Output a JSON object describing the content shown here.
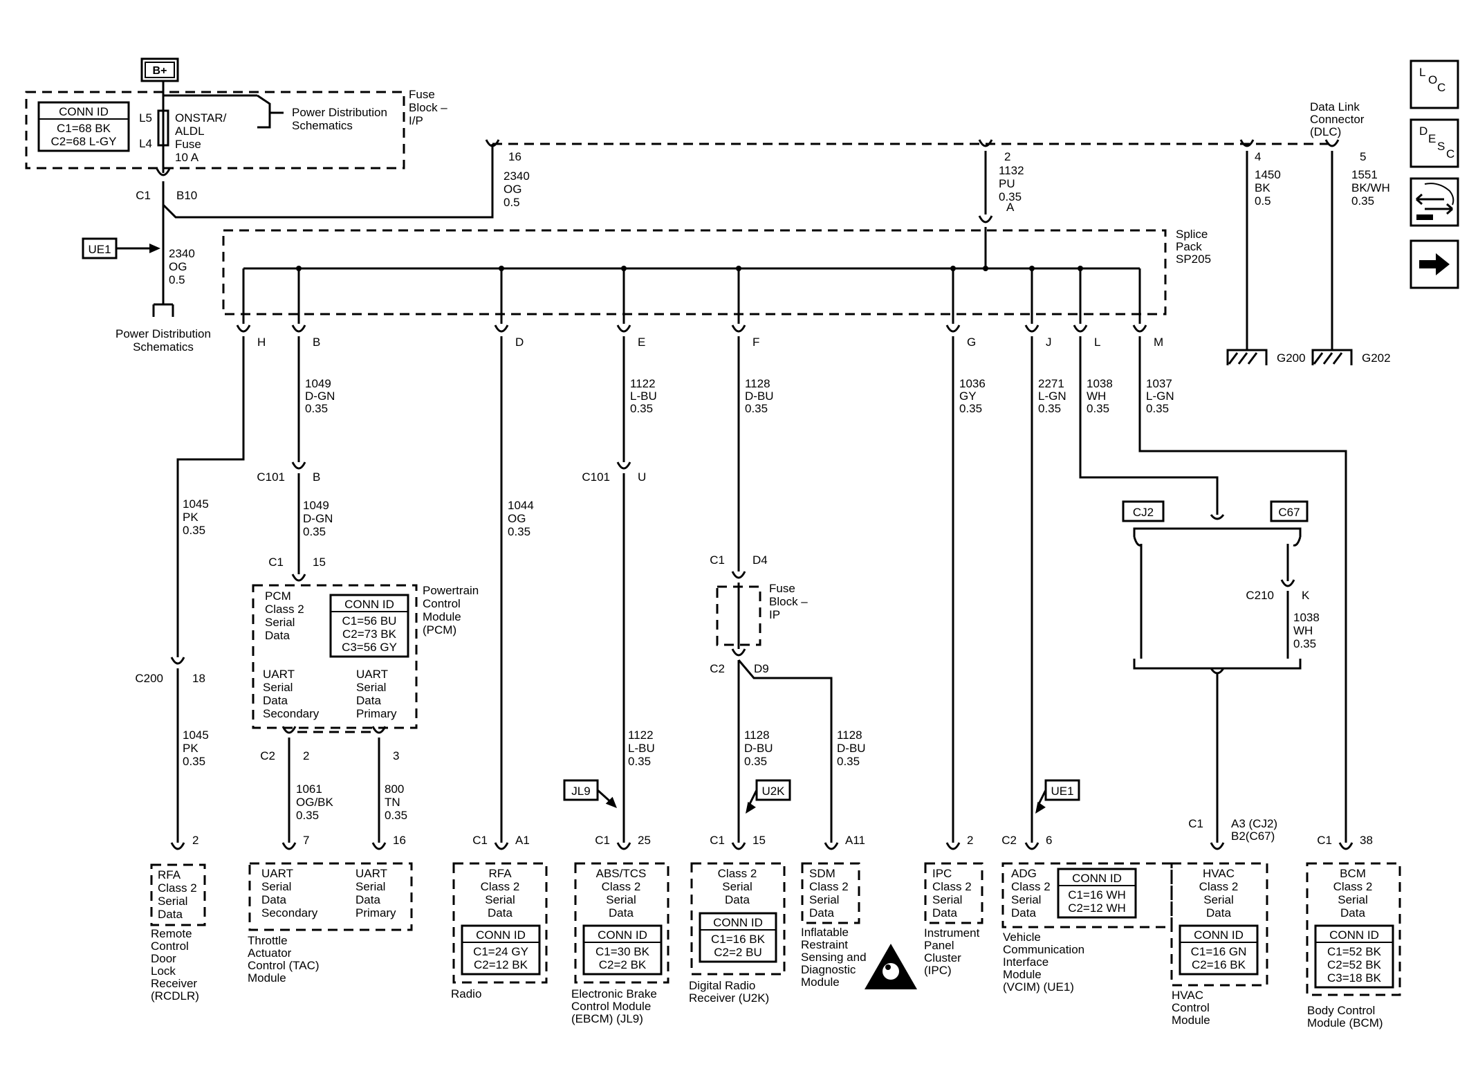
{
  "battery": {
    "label": "B+"
  },
  "fuse_block": {
    "conn_title": "CONN ID",
    "conn_lines": [
      "C1=68 BK",
      "C2=68 L-GY"
    ],
    "pin_top": "L5",
    "pin_bottom": "L4",
    "fuse_lines": [
      "ONSTAR/",
      "ALDL",
      "Fuse",
      "10 A"
    ],
    "ref_lines": [
      "Power Distribution",
      "Schematics"
    ],
    "name_lines": [
      "Fuse",
      "Block –",
      "I/P"
    ],
    "conn_c1": "C1",
    "conn_b10": "B10",
    "wire_lines": [
      "2340",
      "OG",
      "0.5"
    ],
    "option_tag": "UE1",
    "dest_lines": [
      "Power Distribution",
      "Schematics"
    ]
  },
  "top_pin16": {
    "pin": "16",
    "wire_lines": [
      "2340",
      "OG",
      "0.5"
    ]
  },
  "top_pin2": {
    "pin": "2",
    "wire_lines": [
      "1132",
      "PU",
      "0.35"
    ],
    "letter": "A"
  },
  "dlc": {
    "name_lines": [
      "Data Link",
      "Connector",
      "(DLC)"
    ],
    "pin4": "4",
    "pin4_wire_lines": [
      "1450",
      "BK",
      "0.5"
    ],
    "pin5": "5",
    "pin5_wire_lines": [
      "1551",
      "BK/WH",
      "0.35"
    ]
  },
  "grounds": {
    "g200": "G200",
    "g202": "G202"
  },
  "splice": {
    "name_lines": [
      "Splice",
      "Pack",
      "SP205"
    ]
  },
  "branches": [
    {
      "key": "H",
      "pin": "H"
    },
    {
      "key": "B",
      "pin": "B",
      "wire_lines": [
        "1049",
        "D-GN",
        "0.35"
      ]
    },
    {
      "key": "D",
      "pin": "D"
    },
    {
      "key": "E",
      "pin": "E",
      "wire_lines": [
        "1122",
        "L-BU",
        "0.35"
      ]
    },
    {
      "key": "F",
      "pin": "F",
      "wire_lines": [
        "1128",
        "D-BU",
        "0.35"
      ]
    },
    {
      "key": "G",
      "pin": "G",
      "wire_lines": [
        "1036",
        "GY",
        "0.35"
      ]
    },
    {
      "key": "J",
      "pin": "J",
      "wire_lines": [
        "2271",
        "L-GN",
        "0.35"
      ]
    },
    {
      "key": "L",
      "pin": "L",
      "wire_lines": [
        "1038",
        "WH",
        "0.35"
      ]
    },
    {
      "key": "M",
      "pin": "M",
      "wire_lines": [
        "1037",
        "L-GN",
        "0.35"
      ]
    }
  ],
  "rcdlr": {
    "wire1_lines": [
      "1045",
      "PK",
      "0.35"
    ],
    "inline_conn": "C200",
    "inline_pin": "18",
    "wire2_lines": [
      "1045",
      "PK",
      "0.35"
    ],
    "pin": "2",
    "box_lines": [
      "RFA",
      "Class 2",
      "Serial",
      "Data"
    ],
    "name_lines": [
      "Remote",
      "Control",
      "Door",
      "Lock",
      "Receiver",
      "(RCDLR)"
    ]
  },
  "pcm": {
    "inline_conn": "C101",
    "inline_pin": "B",
    "wire_lines": [
      "1049",
      "D-GN",
      "0.35"
    ],
    "conn": "C1",
    "pin": "15",
    "box_lines": [
      "PCM",
      "Class 2",
      "Serial",
      "Data"
    ],
    "conn_title": "CONN ID",
    "conn_lines": [
      "C1=56 BU",
      "C2=73 BK",
      "C3=56 GY"
    ],
    "uart_sec_lines": [
      "UART",
      "Serial",
      "Data",
      "Secondary"
    ],
    "uart_pri_lines": [
      "UART",
      "Serial",
      "Data",
      "Primary"
    ],
    "name_lines": [
      "Powertrain",
      "Control",
      "Module",
      "(PCM)"
    ],
    "c2": "C2",
    "pin2": "2",
    "pin3": "3",
    "wire2_lines": [
      "1061",
      "OG/BK",
      "0.35"
    ],
    "wire3_lines": [
      "800",
      "TN",
      "0.35"
    ]
  },
  "tac": {
    "pin7": "7",
    "pin16": "16",
    "sec_lines": [
      "UART",
      "Serial",
      "Data",
      "Secondary"
    ],
    "pri_lines": [
      "UART",
      "Serial",
      "Data",
      "Primary"
    ],
    "name_lines": [
      "Throttle",
      "Actuator",
      "Control (TAC)",
      "Module"
    ]
  },
  "radio": {
    "wire_lines": [
      "1044",
      "OG",
      "0.35"
    ],
    "conn": "C1",
    "pin": "A1",
    "box_lines": [
      "RFA",
      "Class 2",
      "Serial",
      "Data"
    ],
    "conn_title": "CONN ID",
    "conn_lines": [
      "C1=24 GY",
      "C2=12 BK"
    ],
    "name_lines": [
      "Radio"
    ]
  },
  "ebcm": {
    "inline_conn": "C101",
    "inline_pin": "U",
    "wire_lines": [
      "1122",
      "L-BU",
      "0.35"
    ],
    "option_tag": "JL9",
    "conn": "C1",
    "pin": "25",
    "box_lines": [
      "ABS/TCS",
      "Class 2",
      "Serial",
      "Data"
    ],
    "conn_title": "CONN ID",
    "conn_lines": [
      "C1=30 BK",
      "C2=2 BK"
    ],
    "name_lines": [
      "Electronic Brake",
      "Control Module",
      "(EBCM) (JL9)"
    ]
  },
  "drr": {
    "fuse_conn": "C1",
    "fuse_pin": "D4",
    "fuse_name_lines": [
      "Fuse",
      "Block –",
      "IP"
    ],
    "c2": "C2",
    "d9": "D9",
    "wire_lines": [
      "1128",
      "D-BU",
      "0.35"
    ],
    "option_tag": "U2K",
    "conn": "C1",
    "pin": "15",
    "box_lines": [
      "Class 2",
      "Serial",
      "Data"
    ],
    "conn_title": "CONN ID",
    "conn_lines": [
      "C1=16 BK",
      "C2=2 BU"
    ],
    "name_lines": [
      "Digital Radio",
      "Receiver (U2K)"
    ]
  },
  "sdm": {
    "wire_lines": [
      "1128",
      "D-BU",
      "0.35"
    ],
    "pin": "A11",
    "box_lines": [
      "SDM",
      "Class 2",
      "Serial",
      "Data"
    ],
    "name_lines": [
      "Inflatable",
      "Restraint",
      "Sensing and",
      "Diagnostic",
      "Module"
    ]
  },
  "ipc": {
    "pin": "2",
    "box_lines": [
      "IPC",
      "Class 2",
      "Serial",
      "Data"
    ],
    "name_lines": [
      "Instrument",
      "Panel",
      "Cluster",
      "(IPC)"
    ]
  },
  "vcim": {
    "option_tag": "UE1",
    "conn": "C2",
    "pin": "6",
    "box_lines": [
      "ADG",
      "Class 2",
      "Serial",
      "Data"
    ],
    "conn_title": "CONN ID",
    "conn_lines": [
      "C1=16 WH",
      "C2=12 WH"
    ],
    "name_lines": [
      "Vehicle",
      "Communication",
      "Interface",
      "Module",
      "(VCIM) (UE1)"
    ]
  },
  "hvac": {
    "tag_cj2": "CJ2",
    "tag_c67": "C67",
    "inline_conn": "C210",
    "inline_pin": "K",
    "wire_lines": [
      "1038",
      "WH",
      "0.35"
    ],
    "conn": "C1",
    "pin_lines": [
      "A3 (CJ2)",
      "B2(C67)"
    ],
    "box_lines": [
      "HVAC",
      "Class 2",
      "Serial",
      "Data"
    ],
    "conn_title": "CONN ID",
    "conn_lines": [
      "C1=16 GN",
      "C2=16 BK"
    ],
    "name_lines": [
      "HVAC",
      "Control",
      "Module"
    ]
  },
  "bcm": {
    "conn": "C1",
    "pin": "38",
    "box_lines": [
      "BCM",
      "Class 2",
      "Serial",
      "Data"
    ],
    "conn_title": "CONN ID",
    "conn_lines": [
      "C1=52 BK",
      "C2=52 BK",
      "C3=18 BK"
    ],
    "name_lines": [
      "Body Control",
      "Module (BCM)"
    ]
  },
  "side_icons": [
    {
      "name": "loc-icon",
      "letters": [
        "L",
        "O",
        "C"
      ]
    },
    {
      "name": "desc-icon",
      "letters": [
        "D",
        "E",
        "S",
        "C"
      ]
    },
    {
      "name": "troubleshooting-icon"
    },
    {
      "name": "next-arrow-icon"
    }
  ]
}
